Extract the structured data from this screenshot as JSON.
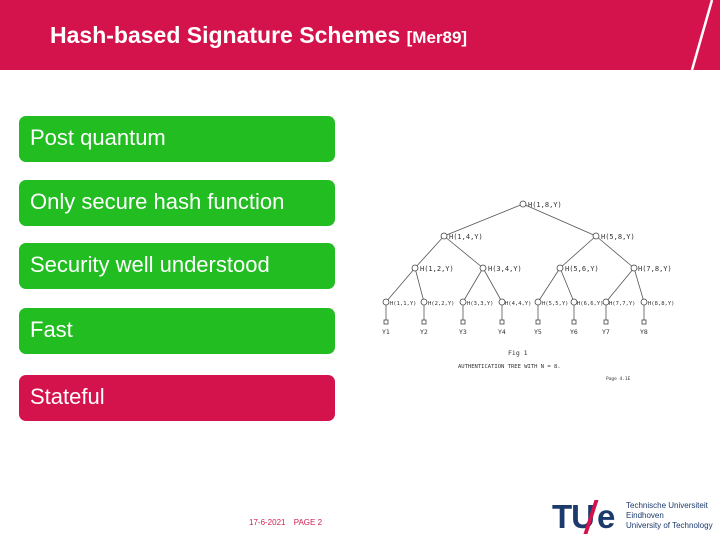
{
  "header": {
    "title": "Hash-based Signature Schemes",
    "reference": "[Mer89]",
    "color": "#d4134c"
  },
  "bullets": [
    {
      "label": "Post quantum",
      "color": "#21bd21"
    },
    {
      "label": "Only secure hash function",
      "color": "#21bd21"
    },
    {
      "label": "Security well understood",
      "color": "#21bd21"
    },
    {
      "label": "Fast",
      "color": "#21bd21"
    },
    {
      "label": "Stateful",
      "color": "#d4134c"
    }
  ],
  "figure": {
    "root": "H(1,8,Y)",
    "level1": [
      "H(1,4,Y)",
      "H(5,8,Y)"
    ],
    "level2": [
      "H(1,2,Y)",
      "H(3,4,Y)",
      "H(5,6,Y)",
      "H(7,8,Y)"
    ],
    "leaves": [
      "H(1,1,Y)",
      "H(2,2,Y)",
      "H(3,3,Y)",
      "H(4,4,Y)",
      "H(5,5,Y)",
      "H(6,6,Y)",
      "H(7,7,Y)",
      "H(8,8,Y)"
    ],
    "y_labels": [
      "Y1",
      "Y2",
      "Y3",
      "Y4",
      "Y5",
      "Y6",
      "Y7",
      "Y8"
    ],
    "fig_label": "Fig 1",
    "caption": "AUTHENTICATION TREE WITH N = 8.",
    "page_note": "Page 4.1E"
  },
  "footer": {
    "date": "17-6-2021",
    "page": "PAGE 2"
  },
  "logo": {
    "mark_tu": "TU",
    "mark_e": "e",
    "line1": "Technische Universiteit",
    "line2": "Eindhoven",
    "line3": "University of Technology"
  }
}
